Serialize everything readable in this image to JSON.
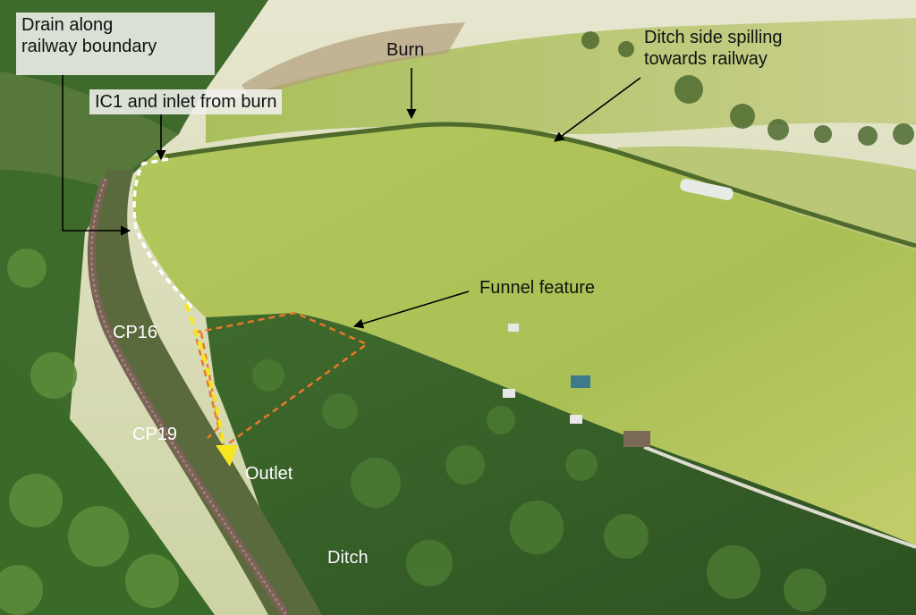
{
  "labels": {
    "drain": [
      "Drain along",
      "railway boundary"
    ],
    "ic1": "IC1 and inlet from burn",
    "burn": "Burn",
    "ditch_side": [
      "Ditch side spilling",
      "towards railway"
    ],
    "funnel": "Funnel feature",
    "cp16": "CP16",
    "cp19": "CP19",
    "outlet": "Outlet",
    "ditch": "Ditch"
  },
  "colors": {
    "drain_line": "#ffffff",
    "funnel_line": "#e8782a",
    "flow_arrow": "#f5e620",
    "leader_arrow": "#000000"
  }
}
